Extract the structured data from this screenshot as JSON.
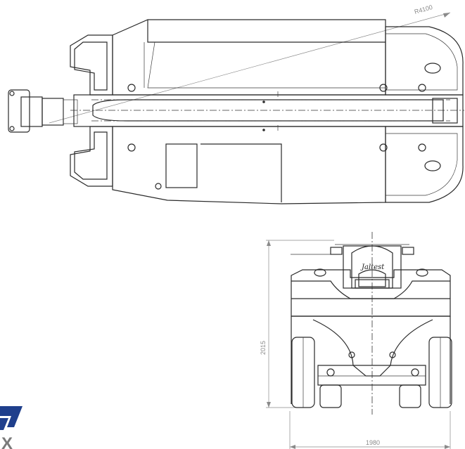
{
  "dimensions": {
    "radius_label": "R4100",
    "height_label": "2015",
    "width_label": "1980"
  },
  "brand": {
    "script_text": "Jaltest"
  },
  "logo": {
    "partial_text": "X"
  },
  "colors": {
    "line": "#2a2a2a",
    "dimension": "#8a8a8a",
    "logo_blue": "#1f3f8c",
    "logo_grey": "#7a7a7a"
  }
}
